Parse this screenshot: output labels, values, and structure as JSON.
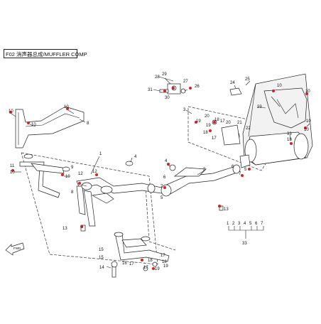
{
  "title": "F02 消声器总成/MUFFLER COMP",
  "callouts": [
    "1",
    "2",
    "3",
    "4",
    "5",
    "6",
    "7",
    "8",
    "9",
    "10",
    "11",
    "12",
    "13",
    "14",
    "15",
    "16",
    "17",
    "18",
    "19",
    "20",
    "21",
    "22",
    "23",
    "24",
    "25",
    "26",
    "27",
    "28",
    "29",
    "30",
    "31",
    "33"
  ],
  "kit_group": {
    "members": [
      "1",
      "2",
      "3",
      "4",
      "5",
      "6",
      "7"
    ],
    "label": "33"
  },
  "direction_marker": "FWD",
  "accent_color": "#d32424"
}
